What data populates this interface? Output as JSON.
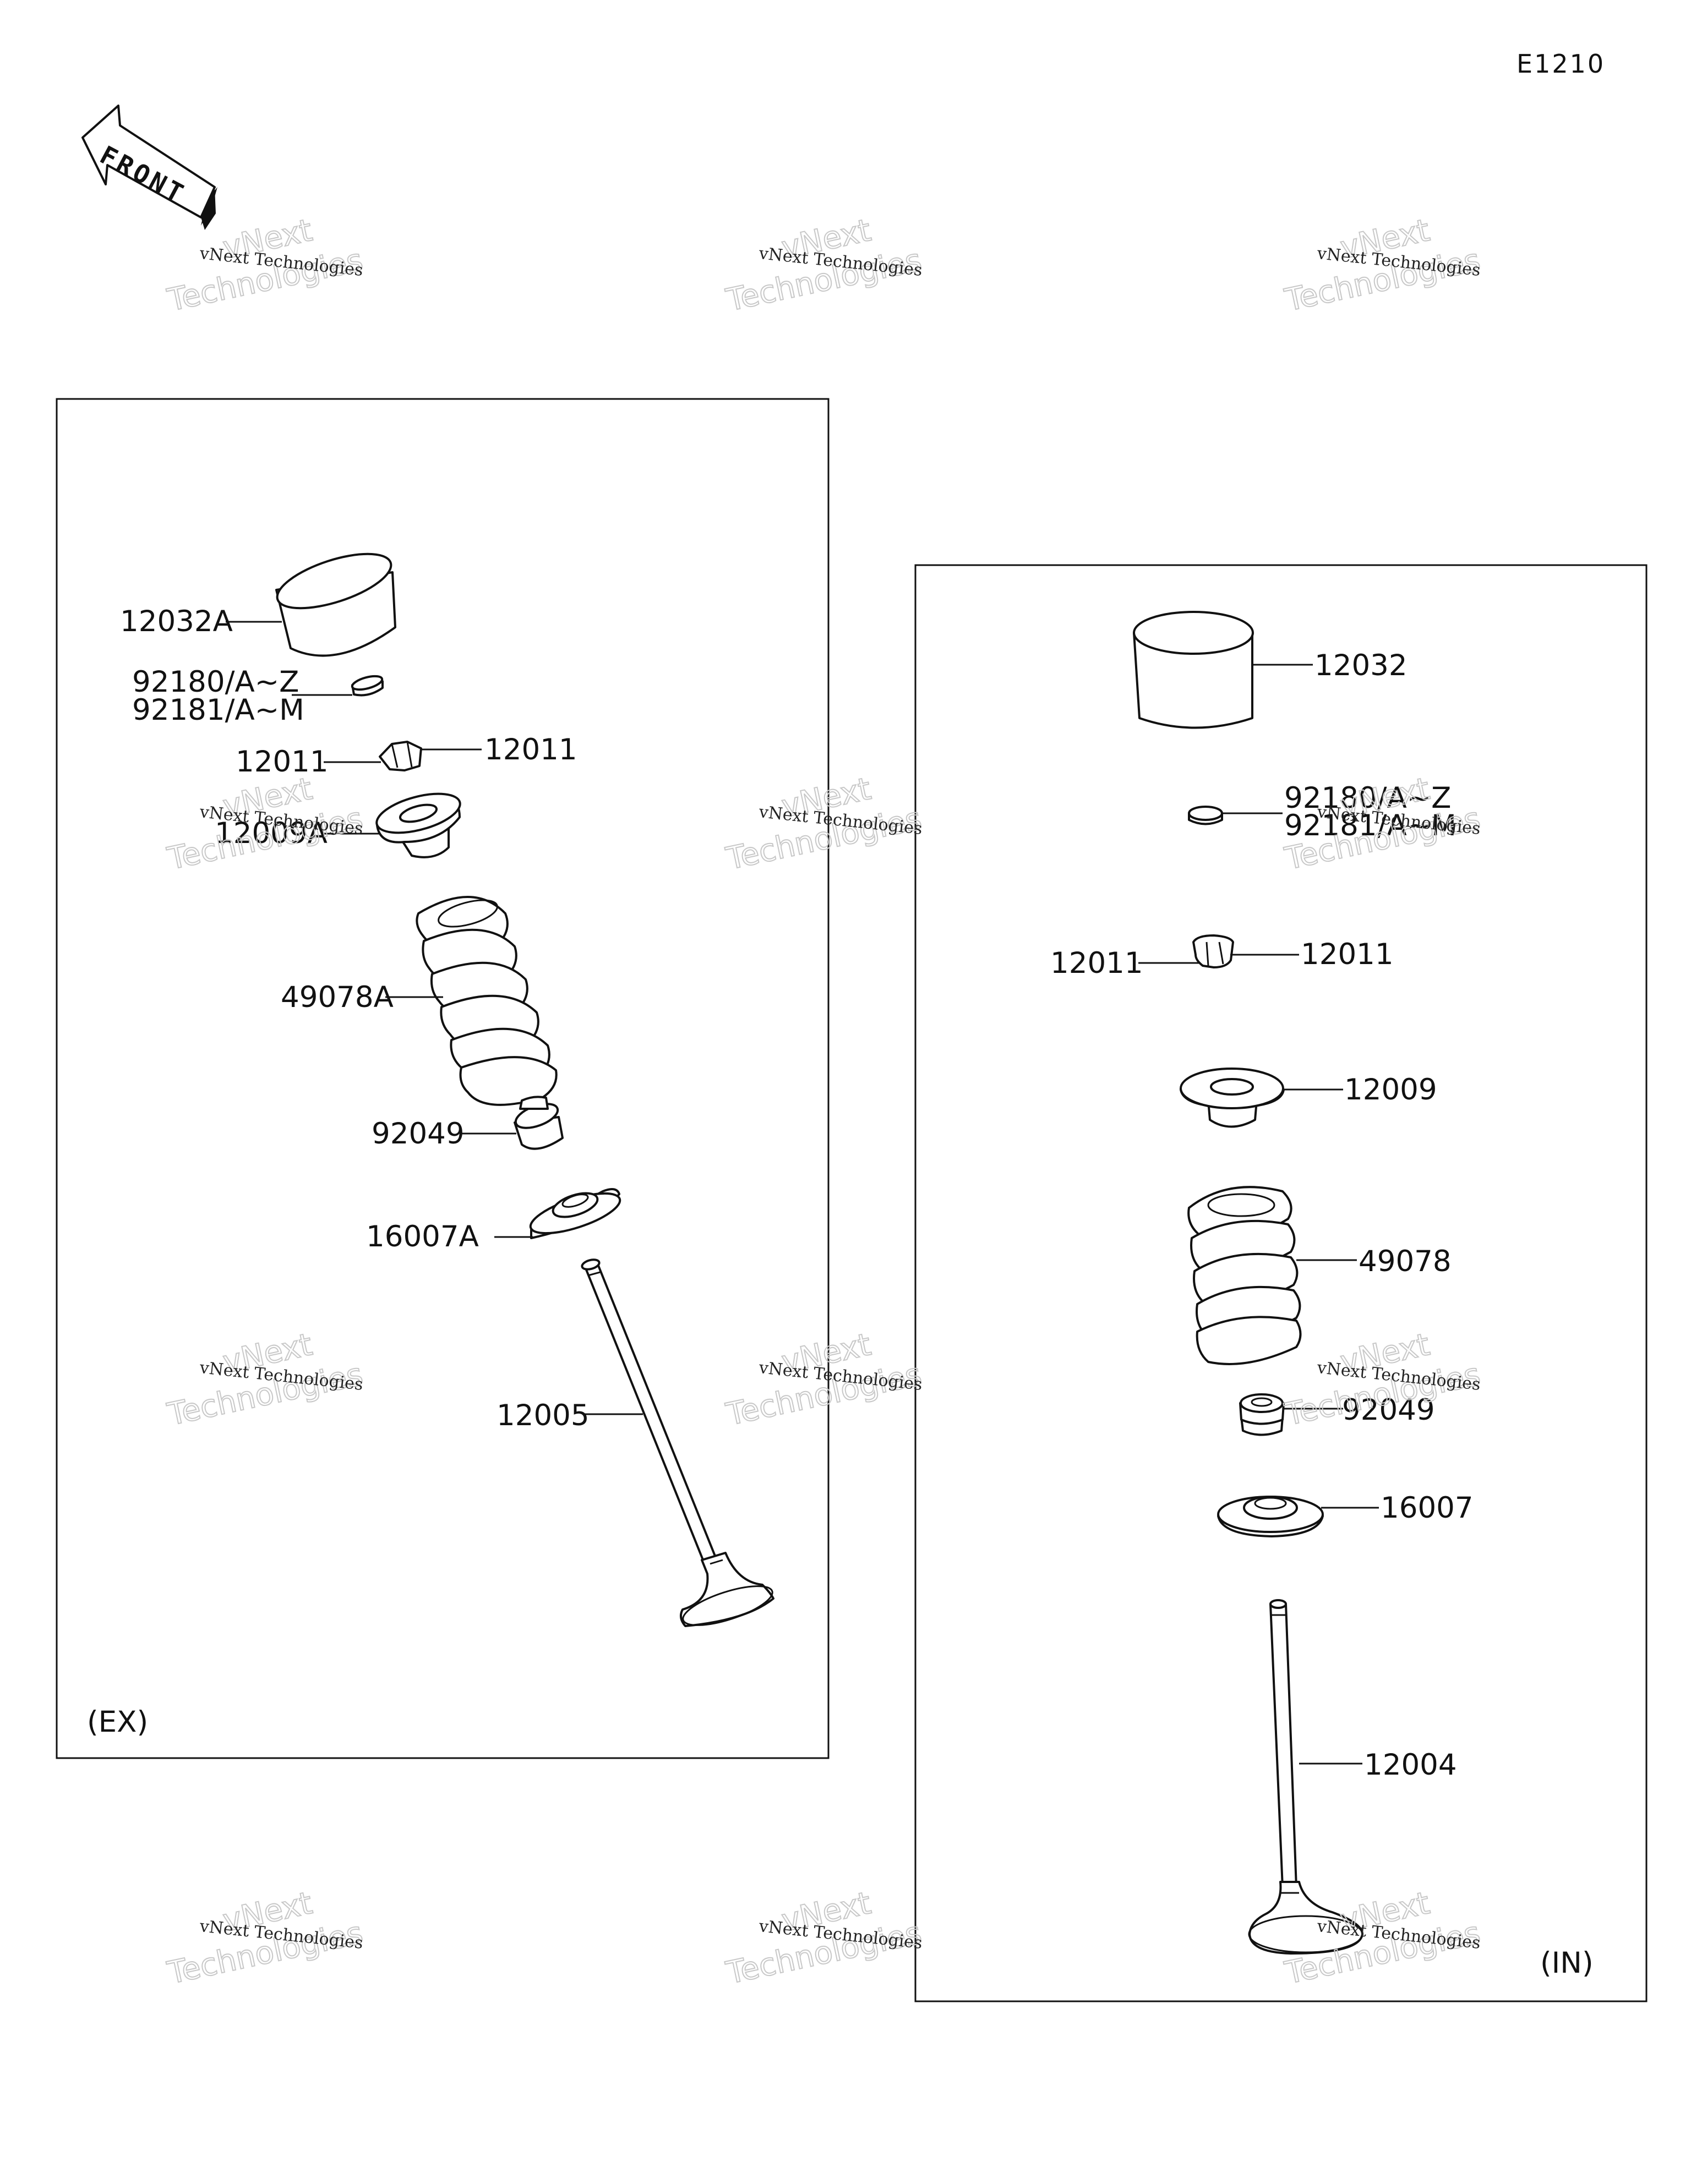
{
  "diagram_code": "E1210",
  "front_label": "FRONT",
  "watermark": {
    "line1": "vNext Technologies",
    "line2a": "vNext",
    "line2b": "Technologies"
  },
  "exhaust": {
    "section_label": "(EX)",
    "parts": {
      "tappet": "12032A",
      "shim_a": "92180/A~Z",
      "shim_b": "92181/A~M",
      "cotter_left": "12011",
      "cotter_right": "12011",
      "retainer": "12009A",
      "spring": "49078A",
      "seal": "92049",
      "spring_seat": "16007A",
      "valve": "12005"
    }
  },
  "intake": {
    "section_label": "(IN)",
    "parts": {
      "tappet": "12032",
      "shim_a": "92180/A~Z",
      "shim_b": "92181/A~M",
      "cotter_left": "12011",
      "cotter_right": "12011",
      "retainer": "12009",
      "spring": "49078",
      "seal": "92049",
      "spring_seat": "16007",
      "valve": "12004"
    }
  }
}
